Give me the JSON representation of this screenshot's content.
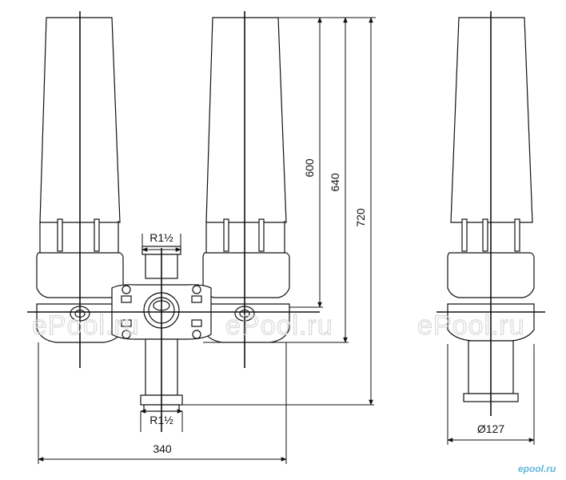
{
  "dimensions": {
    "height_600": "600",
    "height_640": "640",
    "height_720": "720",
    "width_340": "340",
    "diameter_127": "Ø127",
    "thread_top": "R1½",
    "thread_bottom": "R1½"
  },
  "watermarks": {
    "left": "ePool.ru",
    "middle": "ePool.ru",
    "right": "ePool.ru"
  },
  "logo": {
    "text": "epool.ru"
  },
  "colors": {
    "line": "#111111",
    "body_fill": "#ffffff",
    "watermark": "#d9d9d9",
    "logo": "#5fb7d9"
  }
}
